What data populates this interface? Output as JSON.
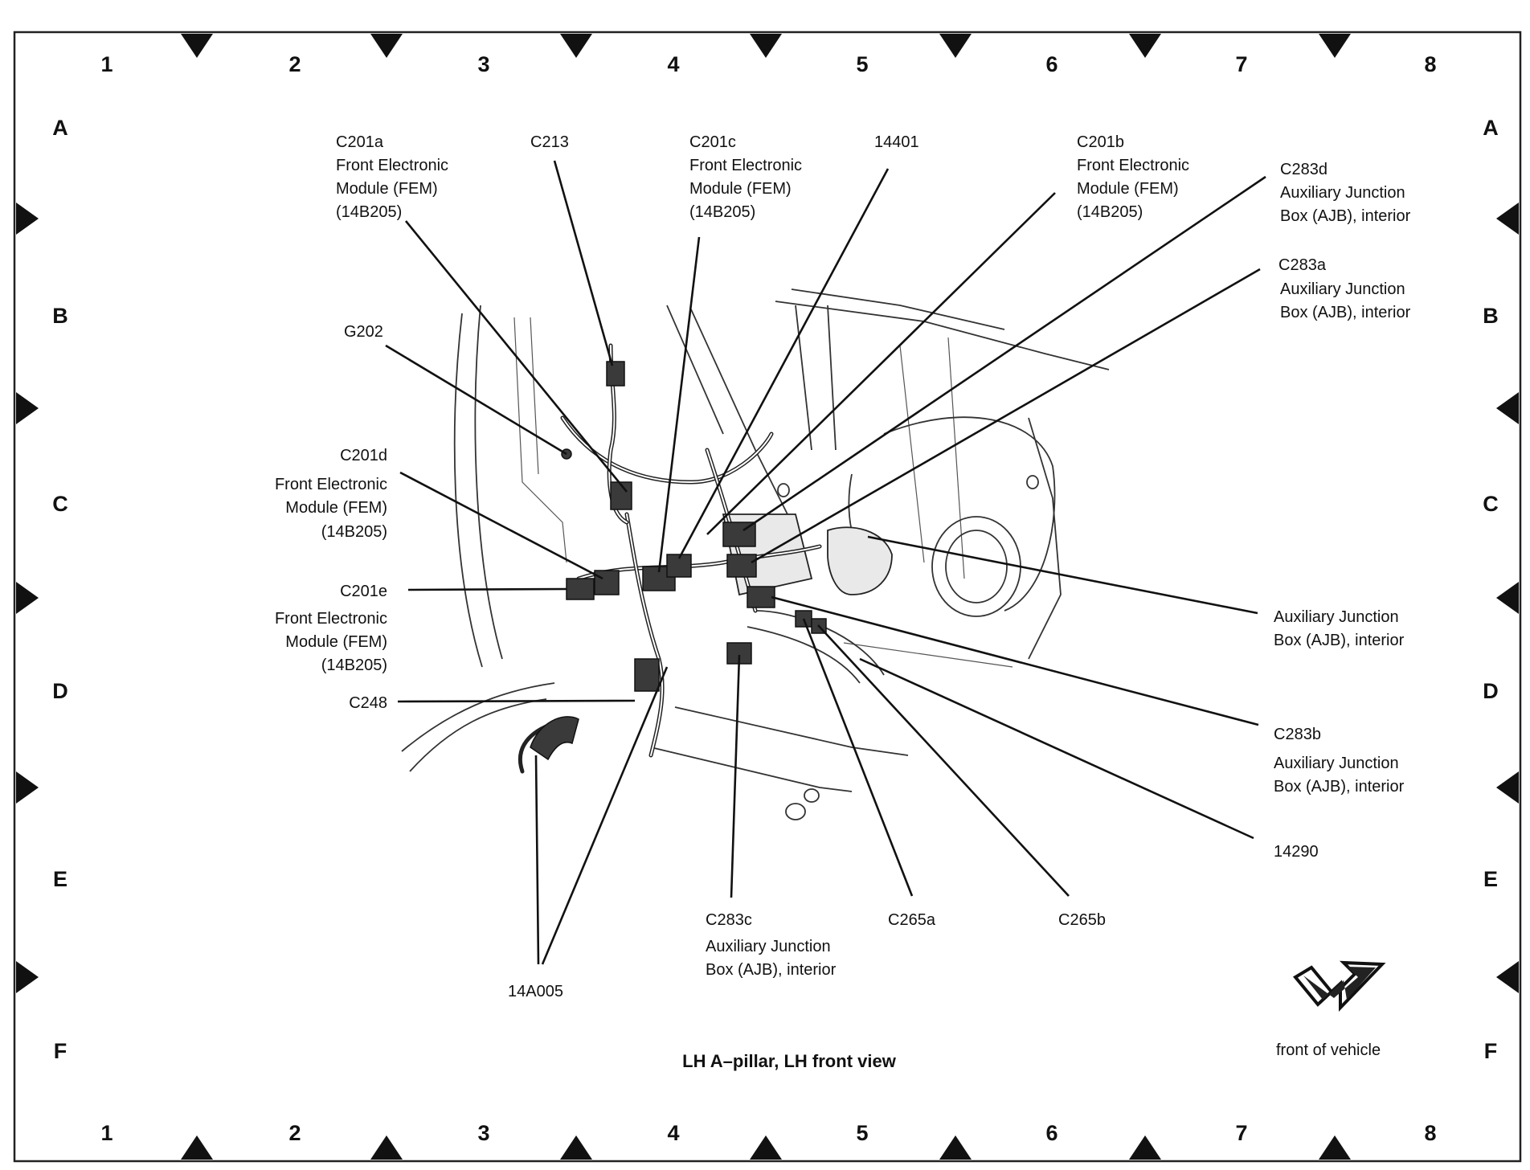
{
  "diagram": {
    "caption": "LH A–pillar, LH front view",
    "orientation_note": "front of vehicle",
    "columns": [
      "1",
      "2",
      "3",
      "4",
      "5",
      "6",
      "7",
      "8"
    ],
    "rows": [
      "A",
      "B",
      "C",
      "D",
      "E",
      "F"
    ],
    "callouts": {
      "c201a": [
        "C201a",
        "Front Electronic",
        "Module (FEM)",
        "(14B205)"
      ],
      "c213": [
        "C213"
      ],
      "c201c": [
        "C201c",
        "Front Electronic",
        "Module (FEM)",
        "(14B205)"
      ],
      "p14401": [
        "14401"
      ],
      "c201b": [
        "C201b",
        "Front Electronic",
        "Module (FEM)",
        "(14B205)"
      ],
      "c283d": [
        "C283d",
        "Auxiliary Junction",
        "Box (AJB), interior"
      ],
      "c283a": [
        "C283a",
        "Auxiliary Junction",
        "Box (AJB), interior"
      ],
      "g202": [
        "G202"
      ],
      "c201d": [
        "C201d",
        "Front Electronic",
        "Module (FEM)",
        "(14B205)"
      ],
      "c201e": [
        "C201e",
        "Front Electronic",
        "Module (FEM)",
        "(14B205)"
      ],
      "c248": [
        "C248"
      ],
      "ajb": [
        "Auxiliary Junction",
        "Box (AJB), interior"
      ],
      "c283b": [
        "C283b",
        "Auxiliary Junction",
        "Box (AJB), interior"
      ],
      "p14290": [
        "14290"
      ],
      "c283c": [
        "C283c",
        "Auxiliary Junction",
        "Box (AJB), interior"
      ],
      "c265a": [
        "C265a"
      ],
      "c265b": [
        "C265b"
      ],
      "p14a005": [
        "14A005"
      ]
    }
  }
}
